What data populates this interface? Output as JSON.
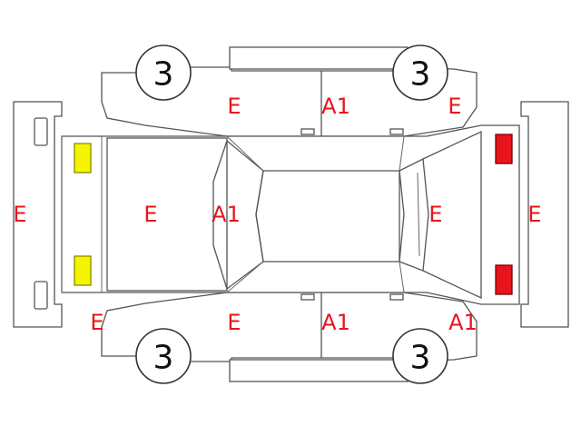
{
  "colors": {
    "code_text": "#e8141c",
    "front_lamps": "#f5f500",
    "rear_lamps": "#e8141c",
    "lamp_stroke": "#8a8a00",
    "rear_lamp_stroke": "#7a0000"
  },
  "tires": {
    "front_left": "3",
    "rear_left": "3",
    "front_right": "3",
    "rear_right": "3"
  },
  "codes": {
    "front_bumper": "E",
    "front_left_fender_corner": "E",
    "bonnet": "E",
    "windshield": "A1",
    "upper_front_door": "E",
    "upper_rear_door": "A1",
    "upper_rear_quarter": "E",
    "rear_glass": "E",
    "rear_bumper": "E",
    "lower_front_door": "E",
    "lower_rear_door": "A1",
    "lower_rear_quarter": "A1"
  }
}
